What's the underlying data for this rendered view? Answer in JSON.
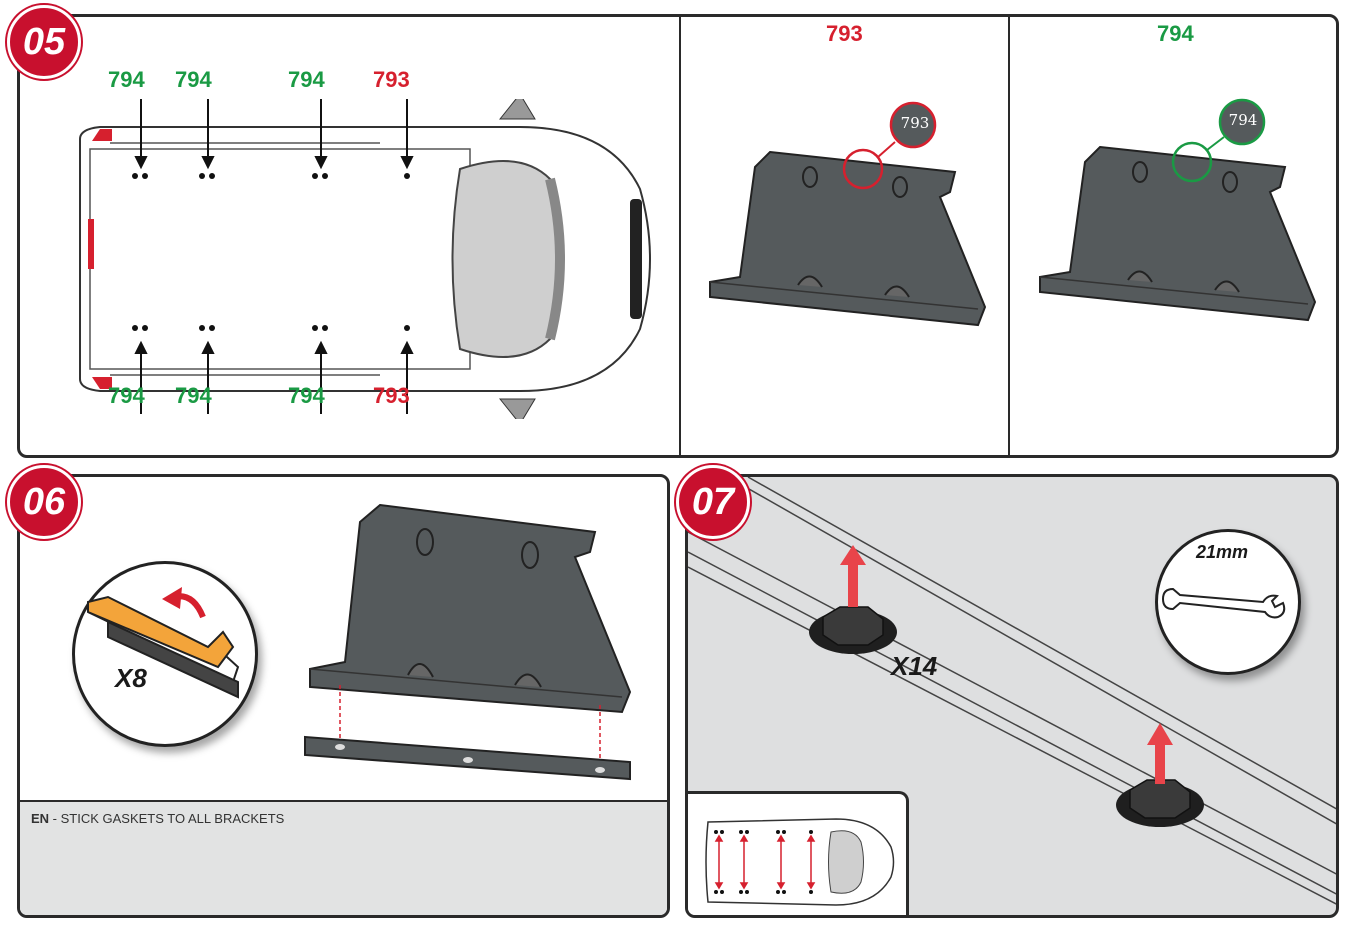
{
  "step05": {
    "badge": "05",
    "top_labels": [
      "794",
      "794",
      "794",
      "793"
    ],
    "bottom_labels": [
      "794",
      "794",
      "794",
      "793"
    ],
    "col_793_title": "793",
    "col_794_title": "794",
    "callout_793": "793",
    "callout_794": "794"
  },
  "step06": {
    "badge": "06",
    "quantity": "X8",
    "caption_lang": "EN",
    "caption_text": " - STICK GASKETS TO ALL BRACKETS"
  },
  "step07": {
    "badge": "07",
    "quantity": "X14",
    "wrench_size": "21mm"
  },
  "colors": {
    "accent_red": "#c8102e",
    "green": "#1a9a44",
    "bracket": "#555a5c"
  }
}
